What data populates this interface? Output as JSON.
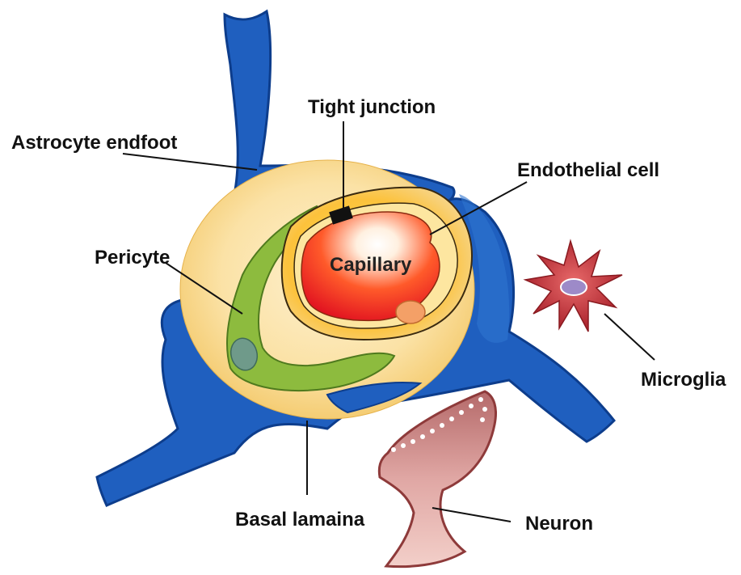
{
  "labels": {
    "astrocyte_endfoot": "Astrocyte endfoot",
    "tight_junction": "Tight junction",
    "endothelial_cell": "Endothelial cell",
    "pericyte": "Pericyte",
    "capillary": "Capillary",
    "microglia": "Microglia",
    "basal_lamina": "Basal lamaina",
    "neuron": "Neuron"
  },
  "colors": {
    "astrocyte": "#1f5fbf",
    "astrocyte_outline": "#0d3d8c",
    "basal_lamina": "#f6d58a",
    "pericyte": "#8dbb3e",
    "endothelial": "#f9c04a",
    "capillary_core": "#e8202a",
    "microglia": "#b0323a",
    "neuron": "#c98a8a",
    "neuron_outline": "#8e3a3a"
  }
}
